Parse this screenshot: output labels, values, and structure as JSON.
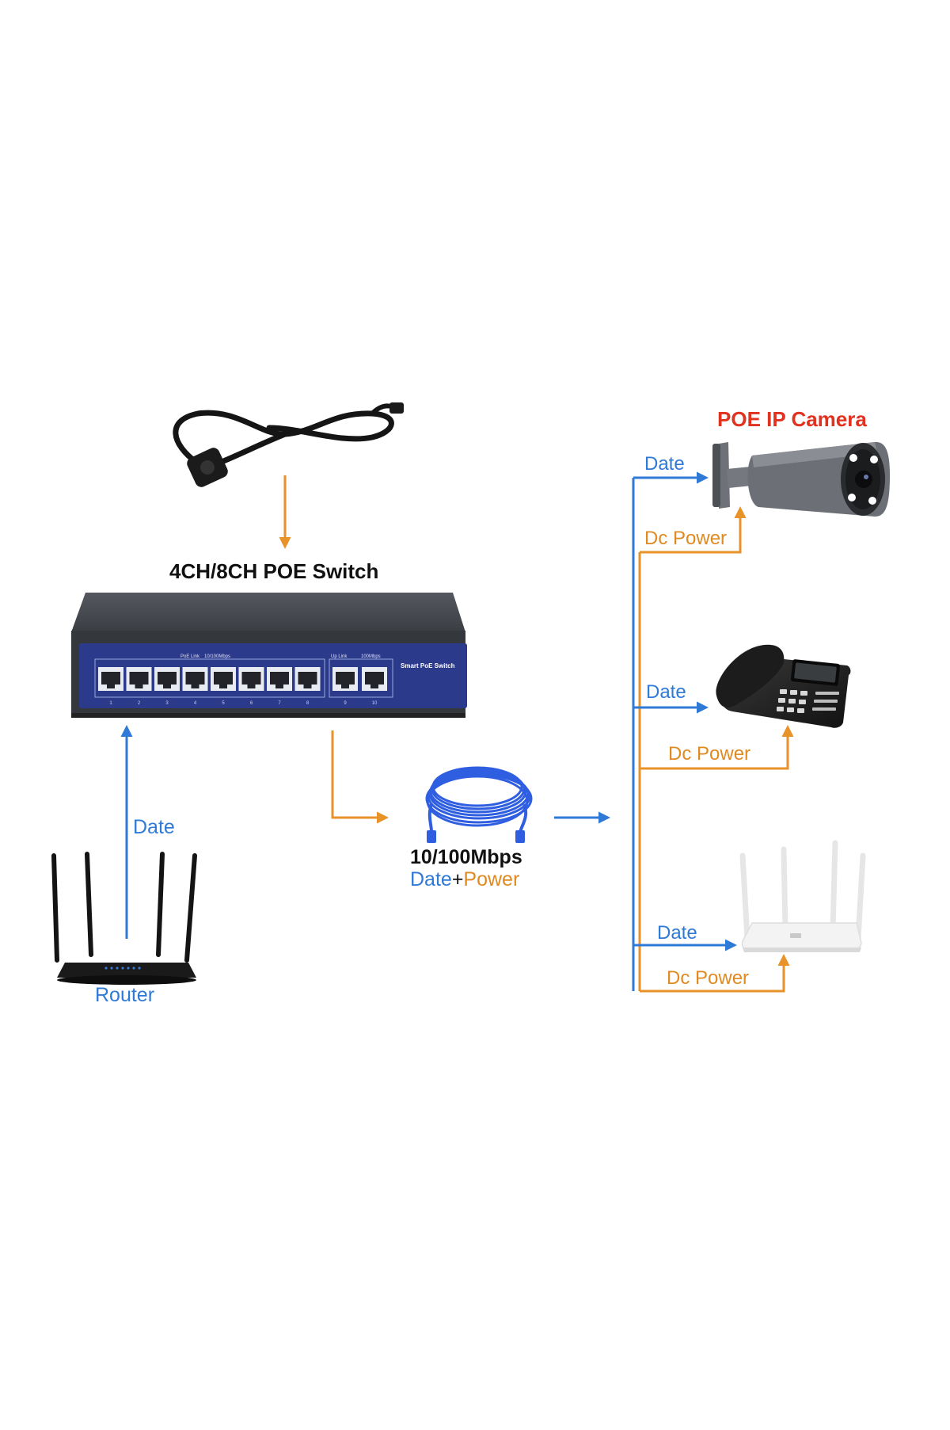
{
  "switch_title": "4CH/8CH POE Switch",
  "switch_panel": {
    "brand": "Smart PoE Switch",
    "group_left_label": "PoE Link",
    "group_left_speed": "10/100Mbps",
    "group_right_label": "Up Link",
    "group_right_speed": "100Mbps",
    "port_numbers": [
      "1",
      "2",
      "3",
      "4",
      "5",
      "6",
      "7",
      "8",
      "9",
      "10"
    ]
  },
  "camera_title": "POE IP Camera",
  "labels": {
    "router": "Router",
    "router_date": "Date",
    "cable_speed": "10/100Mbps",
    "cable_date": "Date",
    "cable_plus": "+",
    "cable_power": "Power",
    "camera_date": "Date",
    "camera_power": "Dc Power",
    "phone_date": "Date",
    "phone_power": "Dc Power",
    "ap_date": "Date",
    "ap_power": "Dc Power"
  },
  "colors": {
    "data_line": "#2f7ad6",
    "power_line": "#e8922a",
    "camera_title": "#e0321e",
    "switch_body": "#3a3d42",
    "switch_panel": "#2c3a8c"
  },
  "icons": {
    "power_cord": "power-cord-icon",
    "switch": "poe-switch-icon",
    "cable": "ethernet-cable-icon",
    "router": "router-icon",
    "camera": "ip-camera-icon",
    "phone": "ip-phone-icon",
    "access_point": "wireless-ap-icon"
  }
}
